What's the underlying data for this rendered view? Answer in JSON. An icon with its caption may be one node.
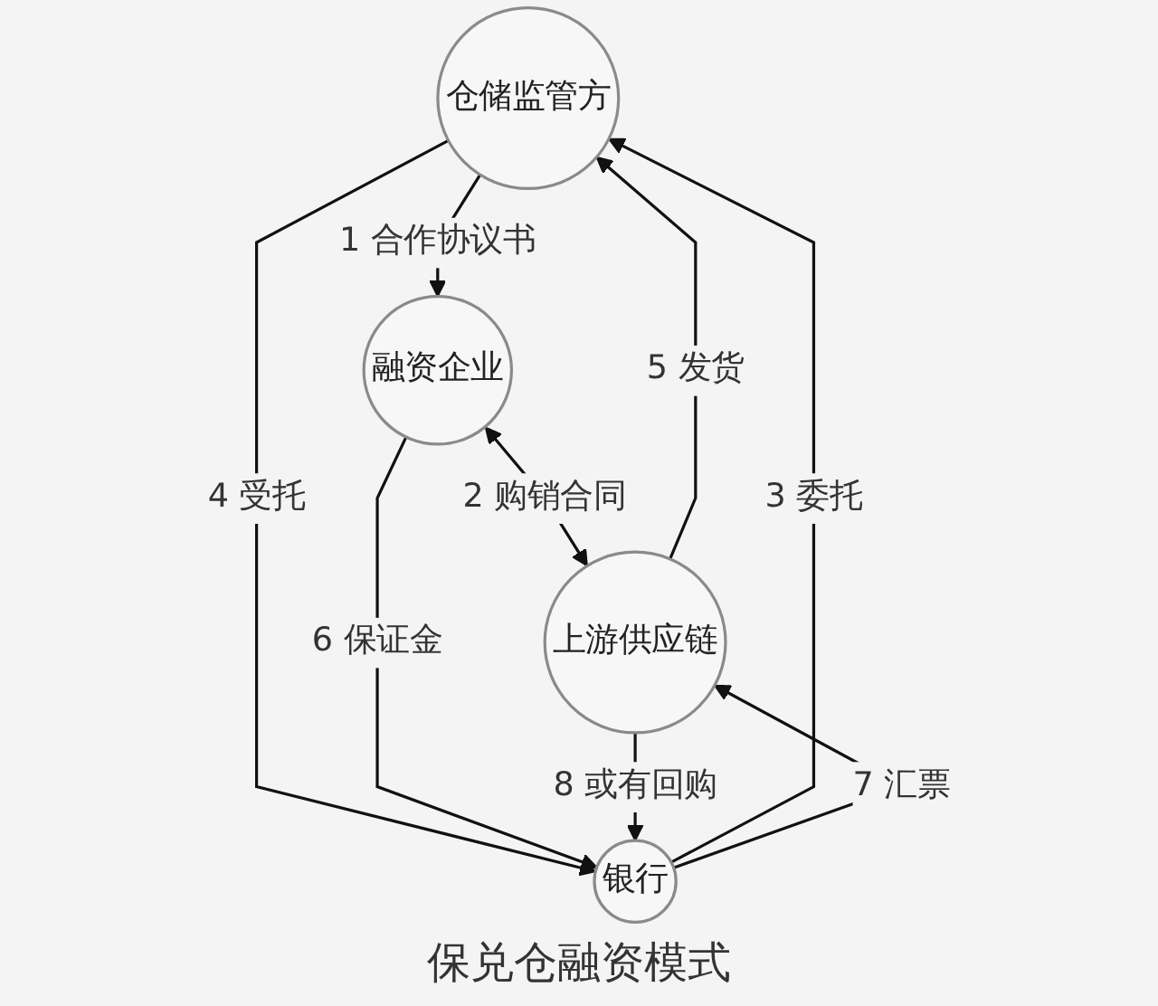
{
  "diagram": {
    "caption": "保兑仓融资模式",
    "nodes": [
      {
        "text": [
          "仓储监管方"
        ]
      },
      {
        "text": [
          "融资企业"
        ]
      },
      {
        "text": [
          "银行"
        ]
      },
      {
        "text": [
          "上游供应链"
        ]
      }
    ],
    "edges": [
      {
        "from": 0,
        "to": 1,
        "arrow": "to",
        "label": "1 合作协议书"
      },
      {
        "from": 1,
        "to": 3,
        "arrow": "both",
        "label": "2 购销合同"
      },
      {
        "from": 2,
        "to": 0,
        "arrow": "to",
        "label": "3 委托"
      },
      {
        "from": 0,
        "to": 2,
        "arrow": "to",
        "label": "4 受托"
      },
      {
        "from": 3,
        "to": 0,
        "arrow": "to",
        "label": "5 发货"
      },
      {
        "from": 1,
        "to": 2,
        "arrow": "to",
        "label": "6 保证金"
      },
      {
        "from": 2,
        "to": 3,
        "arrow": "to",
        "label": "7 汇票"
      },
      {
        "from": 3,
        "to": 2,
        "arrow": "to",
        "label": "8 或有回购"
      }
    ]
  }
}
